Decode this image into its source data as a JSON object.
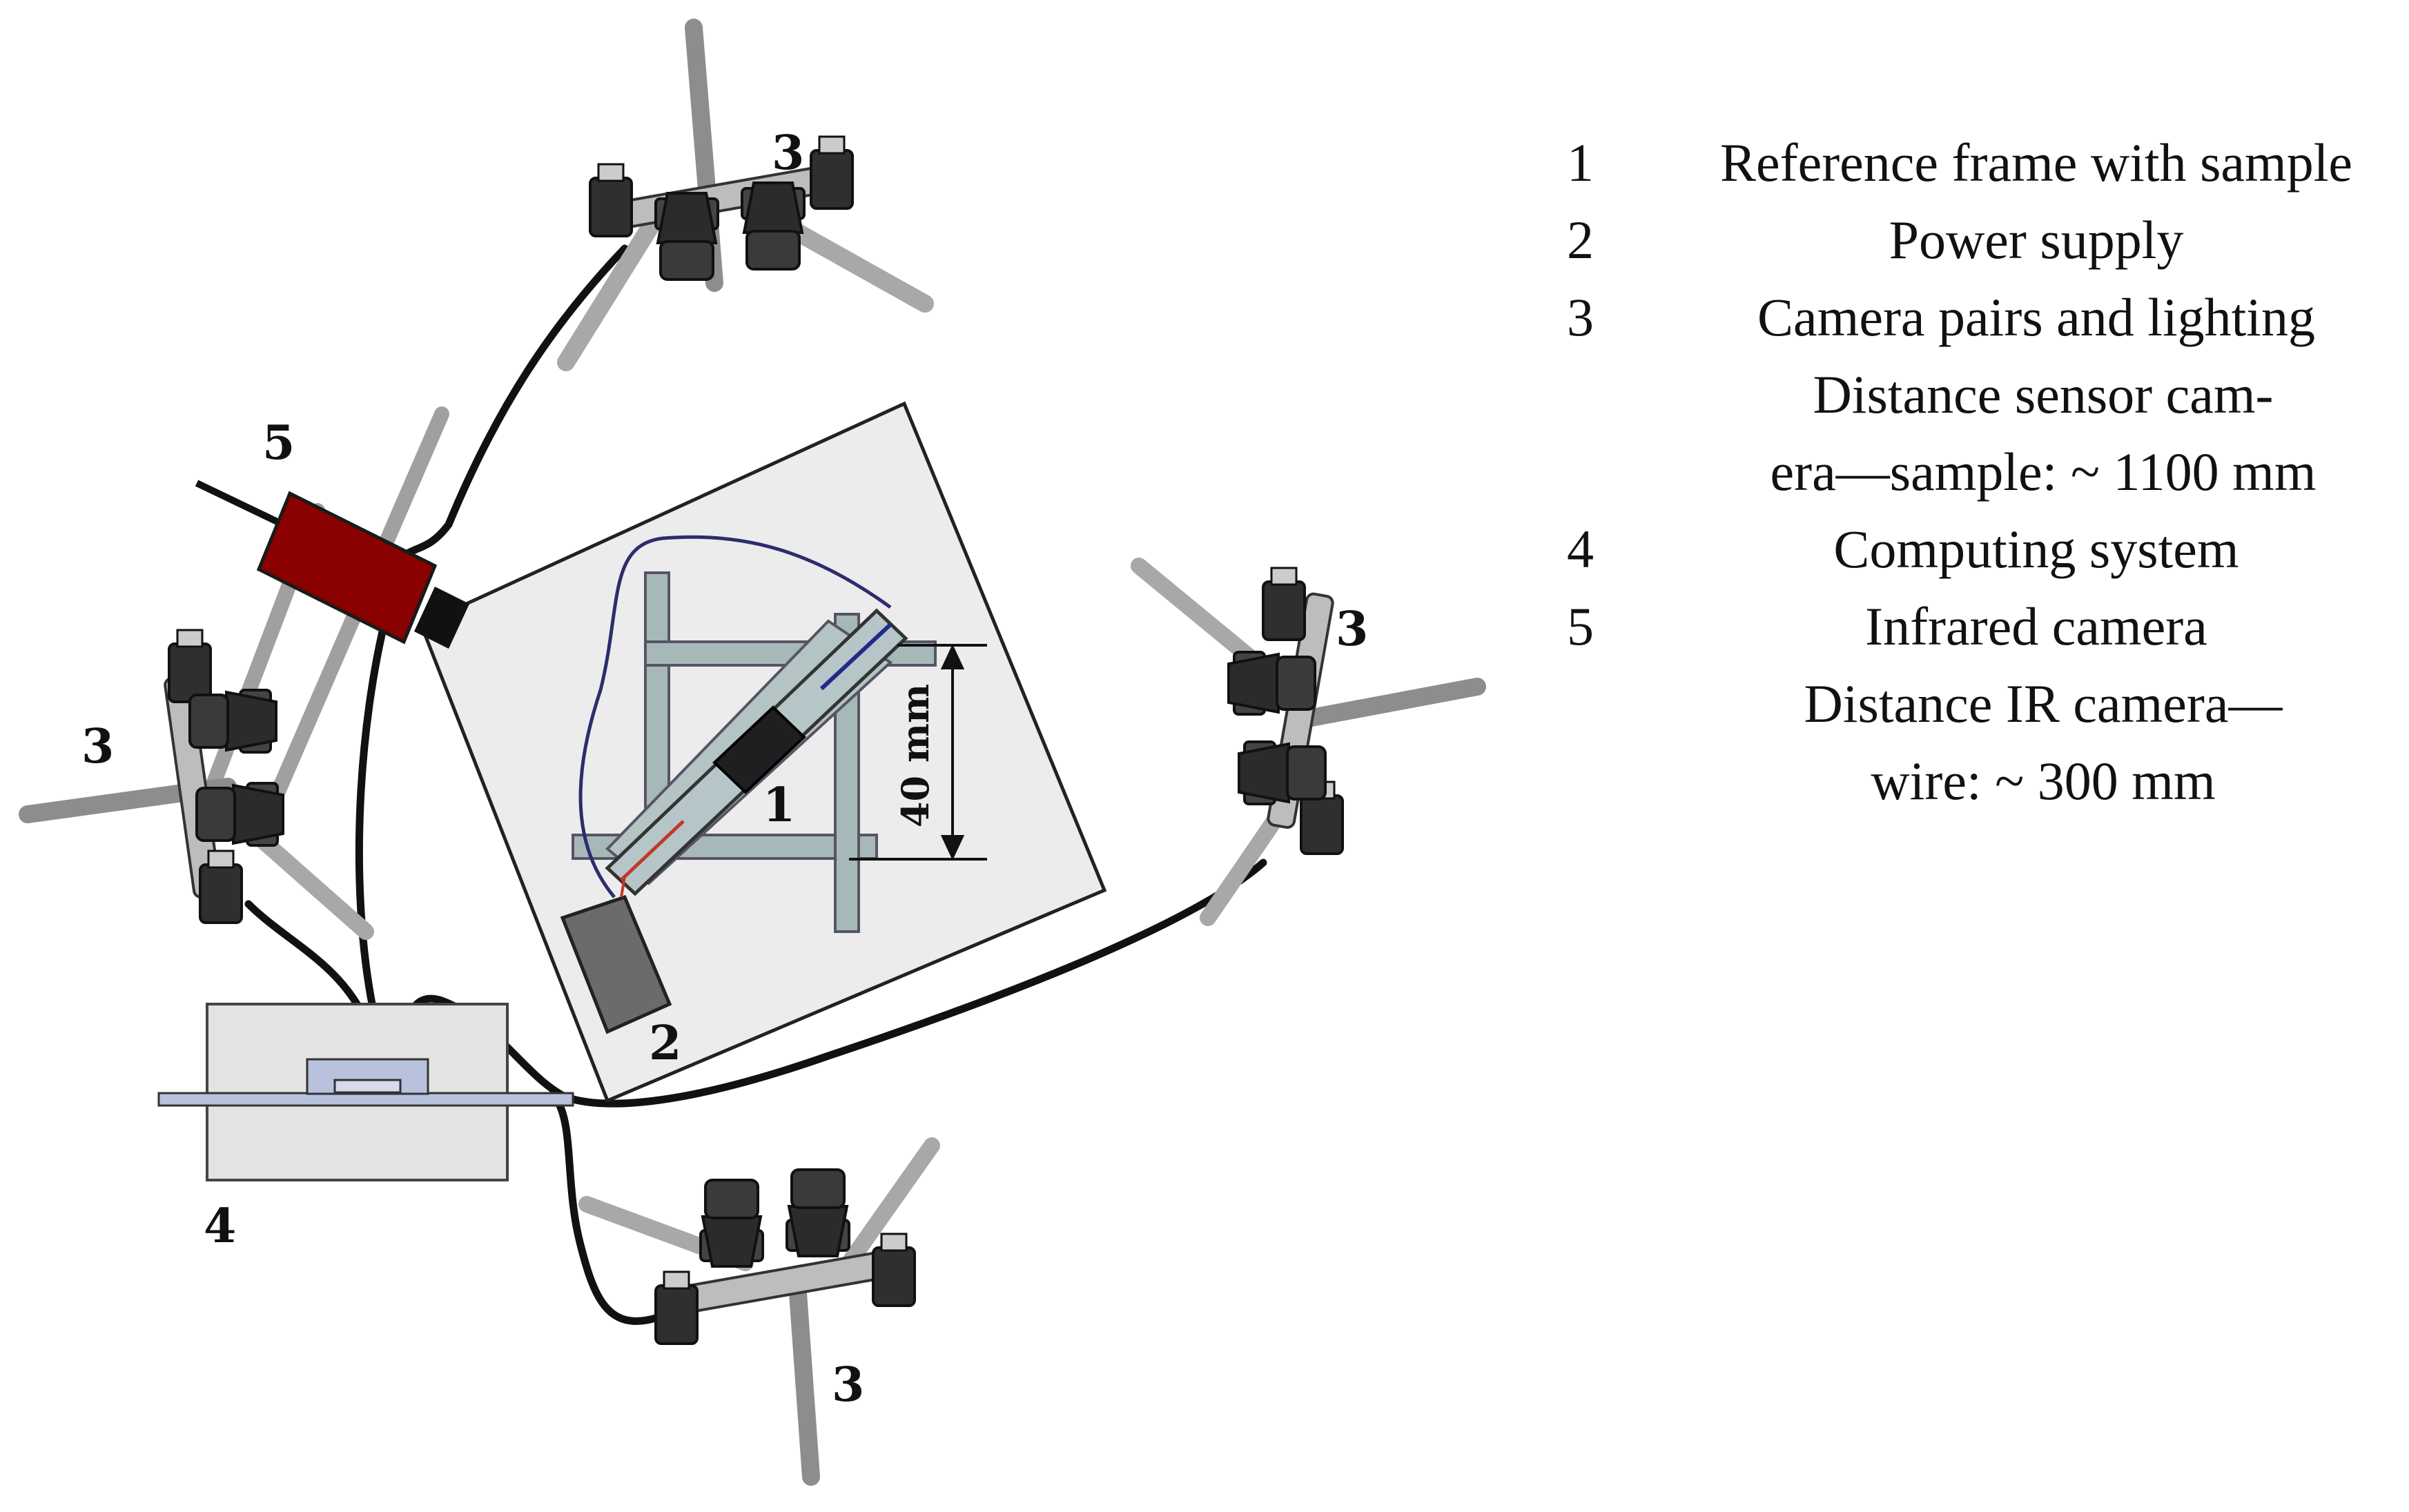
{
  "figure": {
    "labels": {
      "reference_frame": "1",
      "power_supply": "2",
      "camera_pair_top": "3",
      "camera_pair_left": "3",
      "camera_pair_right": "3",
      "camera_pair_bottom": "3",
      "computing_system": "4",
      "infrared_camera": "5"
    },
    "dimension_label": "40 mm"
  },
  "legend": {
    "items": [
      {
        "num": "1",
        "text": "Reference frame with sample"
      },
      {
        "num": "2",
        "text": "Power supply"
      },
      {
        "num": "3",
        "text": "Camera pairs and lighting",
        "note_lines": [
          "Distance sensor cam-",
          "era—sample: ~ 1100 mm"
        ]
      },
      {
        "num": "4",
        "text": "Computing system"
      },
      {
        "num": "5",
        "text": "Infrared camera",
        "note_lines": [
          "Distance IR camera—",
          "wire: ~ 300 mm"
        ]
      }
    ]
  },
  "colors": {
    "plate": "#ececec",
    "frame": "#a7b8b8",
    "ir_camera": "#8b0000",
    "camera_body": "#2b2b2b",
    "rod": "#aaaaaa",
    "cable": "#111111",
    "computer_box": "#e3e3e3",
    "computer_slot": "#b9c2dd"
  }
}
